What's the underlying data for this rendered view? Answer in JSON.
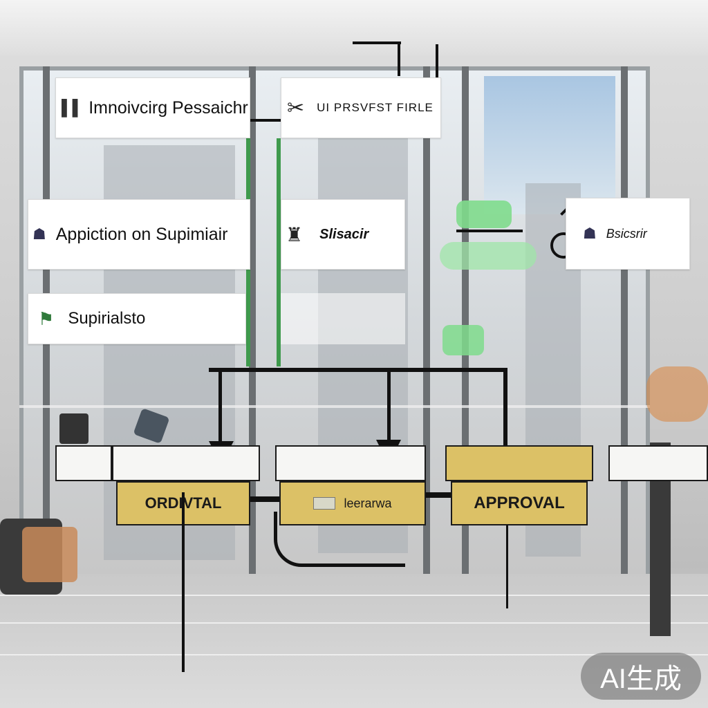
{
  "boxes": {
    "top_left": "Imnoivcirg Pessaichr",
    "top_middle": "UI PRSVFST FIRLE",
    "mid_left": "Appiction on Supimiair",
    "mid_middle": "Slisacir",
    "mid_right": "Bsicsrir",
    "lower_left": "Supirialsto"
  },
  "stages": {
    "first": "ORDIVTAL",
    "second": "leerarwa",
    "third": "APPROVAL"
  },
  "watermark": "AI生成",
  "colors": {
    "stage_fill": "#dcc166",
    "accent_green": "#7fdc8c",
    "line": "#111111"
  }
}
